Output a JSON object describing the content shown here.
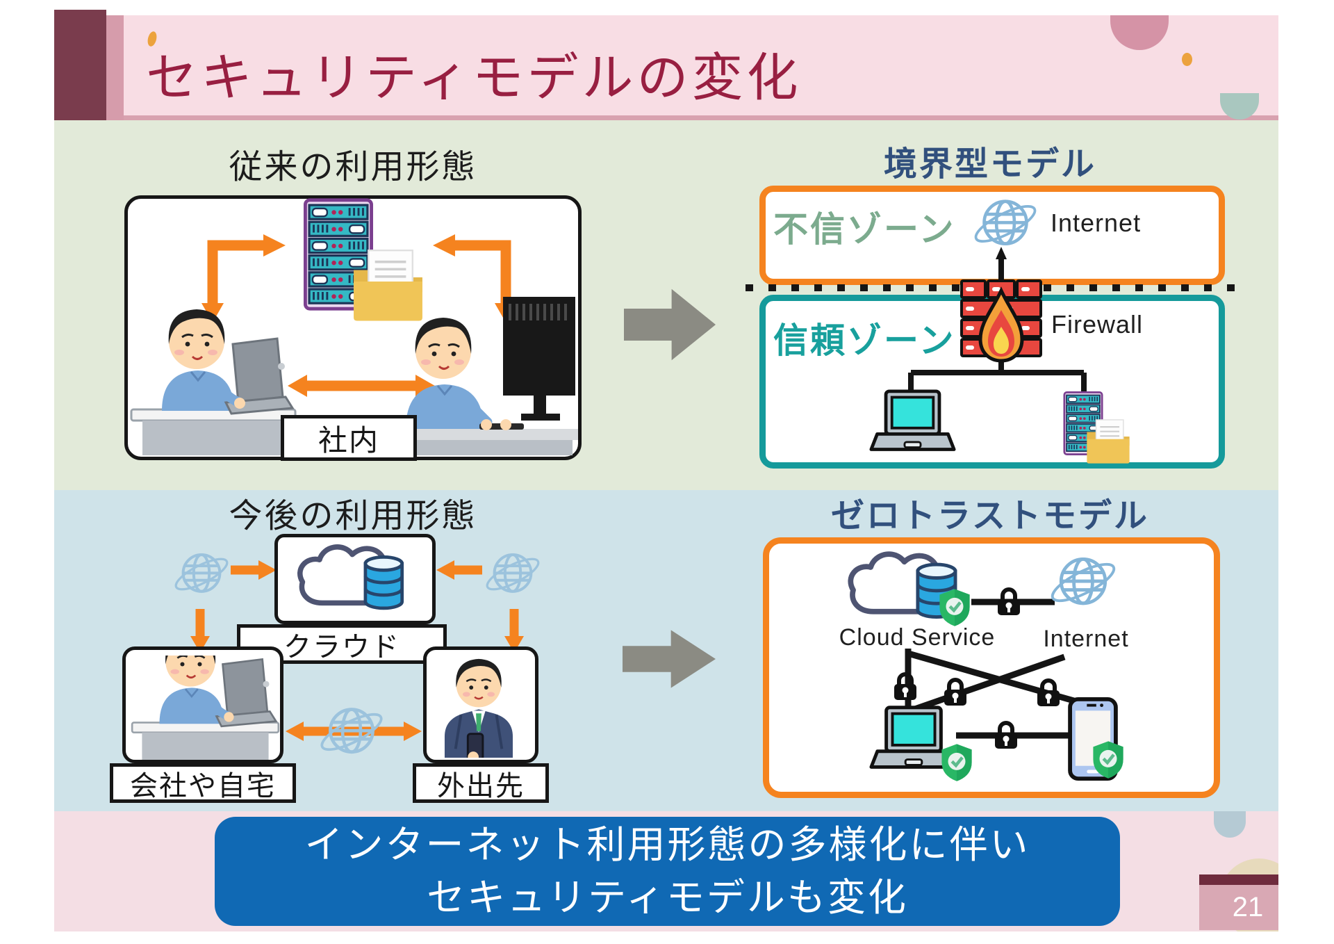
{
  "slide": {
    "title": "セキュリティモデルの変化",
    "page_number": "21"
  },
  "traditional": {
    "heading": "従来の利用形態",
    "location_label": "社内"
  },
  "perimeter": {
    "heading": "境界型モデル",
    "untrusted_zone_label": "不信ゾーン",
    "trusted_zone_label": "信頼ゾーン",
    "internet_label": "Internet",
    "firewall_label": "Firewall"
  },
  "future": {
    "heading": "今後の利用形態",
    "cloud_label": "クラウド",
    "office_home_label": "会社や自宅",
    "out_of_office_label": "外出先"
  },
  "zero_trust": {
    "heading": "ゼロトラストモデル",
    "cloud_service_label": "Cloud Service",
    "internet_label": "Internet"
  },
  "banner": {
    "line1": "インターネット利用形態の多様化に伴い",
    "line2": "セキュリティモデルも変化"
  },
  "colors": {
    "title_maroon": "#981f41",
    "heading_navy": "#31507d",
    "accent_orange": "#f5831f",
    "trusted_teal": "#159a9b",
    "untrusted_green": "#7cab8e",
    "banner_blue": "#1069b4",
    "section_green": "#e2ead9",
    "section_blue": "#cfe3e9",
    "section_pink": "#f4dee4"
  }
}
